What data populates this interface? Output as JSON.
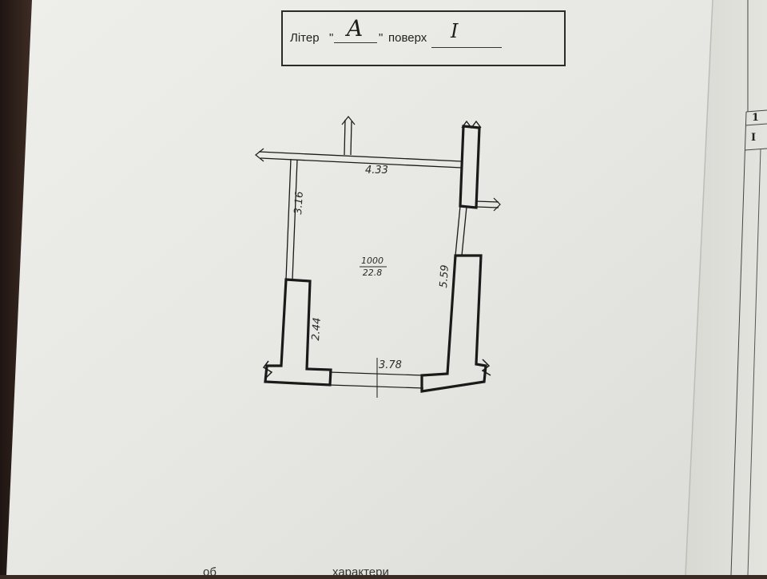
{
  "title_block": {
    "liter_label": "Літер",
    "quote_open": "\"",
    "liter_value": "A",
    "quote_close": "\"",
    "floor_label": "поверх",
    "floor_value": "I"
  },
  "plan": {
    "dimensions": {
      "top_wall": "4.33",
      "left_upper": "3.16",
      "left_lower": "2.44",
      "right_wall": "5.59",
      "bottom_opening": "3.78"
    },
    "room": {
      "number": "1000",
      "area": "22.8"
    }
  },
  "right_sheet": {
    "row_a": "1",
    "row_b": "I"
  },
  "bottom_fragments": {
    "left": "об",
    "right": "характери"
  }
}
